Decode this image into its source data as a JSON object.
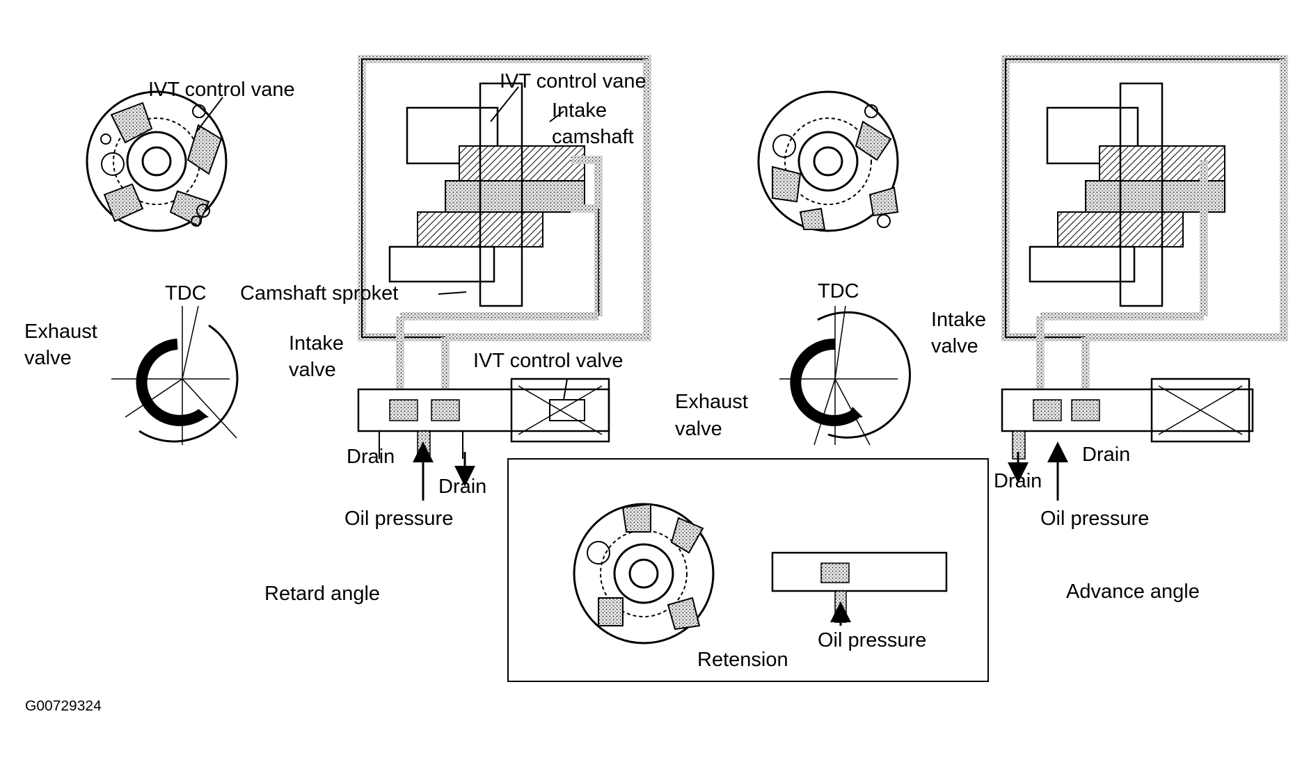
{
  "figure_code": "G00729324",
  "retard": {
    "caption": "Retard angle",
    "vane_label": "IVT control vane",
    "intake_vane_label": "IVT control vane",
    "intake_camshaft_line1": "Intake",
    "intake_camshaft_line2": "camshaft",
    "sprocket_label": "Camshaft sproket",
    "control_valve_label": "IVT control valve",
    "tdc": "TDC",
    "exhaust_line1": "Exhaust",
    "exhaust_line2": "valve",
    "intake_line1": "Intake",
    "intake_line2": "valve",
    "drain_left": "Drain",
    "drain_right": "Drain",
    "oil_pressure": "Oil pressure"
  },
  "advance": {
    "caption": "Advance angle",
    "tdc": "TDC",
    "intake_line1": "Intake",
    "intake_line2": "valve",
    "exhaust_line1": "Exhaust",
    "exhaust_line2": "valve",
    "drain_left": "Drain",
    "drain_right": "Drain",
    "oil_pressure": "Oil pressure"
  },
  "retension": {
    "caption": "Retension",
    "oil_pressure": "Oil pressure"
  },
  "colors": {
    "ink": "#000000",
    "hatch": "#cfcfcf",
    "background": "#ffffff"
  }
}
